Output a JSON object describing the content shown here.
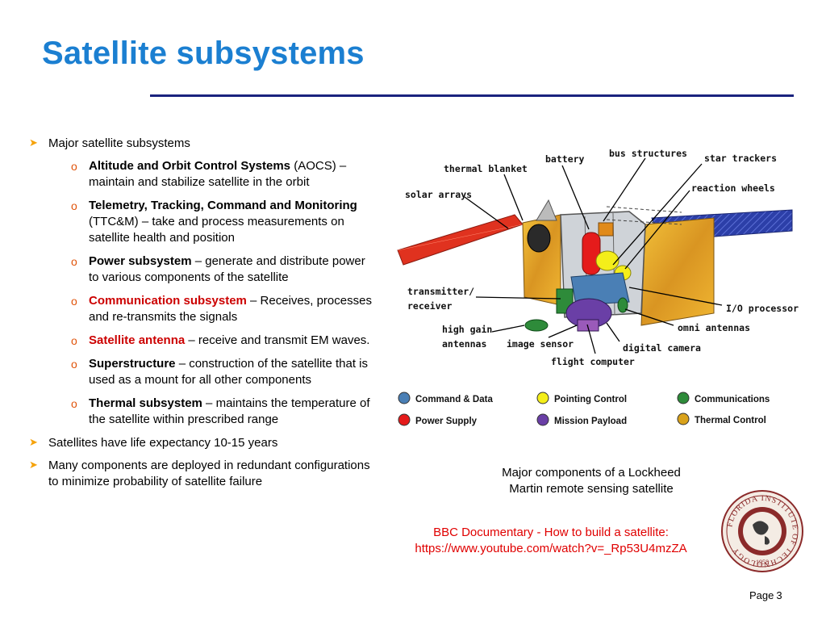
{
  "title": "Satellite subsystems",
  "bullets": {
    "b1": "Major satellite subsystems",
    "b2": "Satellites have life expectancy 10-15 years",
    "b3": "Many components are deployed in redundant configurations to minimize probability of satellite failure"
  },
  "subs": [
    {
      "term": "Altitude and Orbit Control Systems",
      "desc": " (AOCS) – maintain and stabilize satellite in the orbit"
    },
    {
      "term": "Telemetry, Tracking, Command and Monitoring",
      "desc": " (TTC&M) – take and process measurements on satellite health and position"
    },
    {
      "term": "Power subsystem",
      "desc": " – generate and distribute power to various components of the satellite"
    },
    {
      "term": "Communication subsystem",
      "desc": " – Receives, processes and re-transmits the signals"
    },
    {
      "term": "Satellite antenna",
      "desc": " – receive and transmit EM waves."
    },
    {
      "term": "Superstructure",
      "desc": " – construction of the satellite that is used as a mount for all other components"
    },
    {
      "term": "Thermal subsystem",
      "desc": " – maintains the temperature of the satellite within prescribed range"
    }
  ],
  "diagram": {
    "labels": {
      "thermal_blanket": "thermal blanket",
      "battery": "battery",
      "bus_structures": "bus structures",
      "star_trackers": "star trackers",
      "solar_arrays": "solar arrays",
      "reaction_wheels": "reaction wheels",
      "transmitter": "transmitter/",
      "receiver": "receiver",
      "io_processor": "I/O processor",
      "high_gain": "high gain",
      "antennas": "antennas",
      "omni_antennas": "omni antennas",
      "image_sensor": "image sensor",
      "digital_camera": "digital camera",
      "flight_computer": "flight computer"
    },
    "legend": {
      "command_data": "Command & Data",
      "pointing_control": "Pointing Control",
      "communications": "Communications",
      "power_supply": "Power Supply",
      "mission_payload": "Mission Payload",
      "thermal_control": "Thermal Control"
    },
    "colors": {
      "command_data": "#4a7fb5",
      "pointing_control": "#f4ee1a",
      "communications": "#2e8b3a",
      "power_supply": "#e51b1b",
      "mission_payload": "#6a3fa6",
      "thermal_control": "#d9a21b"
    }
  },
  "caption": {
    "line1": "Major components of a Lockheed",
    "line2": "Martin remote sensing satellite"
  },
  "bbc": {
    "line1": "BBC Documentary - How to build a satellite:",
    "line2": "https://www.youtube.com/watch?v=_Rp53U4mzZA"
  },
  "seal": {
    "text": "FLORIDA INSTITUTE OF TECHNOLOGY",
    "year": "1958"
  },
  "page": {
    "label": "Page",
    "number": "3"
  }
}
